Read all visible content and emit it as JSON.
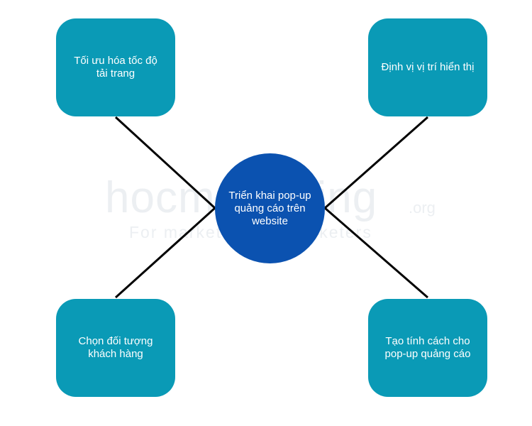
{
  "diagram": {
    "center": {
      "label": "Triển khai pop-up quảng cáo trên website"
    },
    "nodes": {
      "top_left": {
        "label": "Tối ưu hóa tốc độ tải trang"
      },
      "top_right": {
        "label": "Định vị vị trí hiển thị"
      },
      "bottom_left": {
        "label": "Chọn đối tượng khách hàng"
      },
      "bottom_right": {
        "label": "Tạo tính cách cho pop-up quảng cáo"
      }
    }
  },
  "watermark": {
    "brand": "hocmarketing",
    "suffix": ".org",
    "tagline": "For marketers, by marketers"
  },
  "colors": {
    "outer_node": "#0a9ab6",
    "center_node": "#0b52b0",
    "connector": "#000000",
    "watermark": "#eceff2"
  }
}
